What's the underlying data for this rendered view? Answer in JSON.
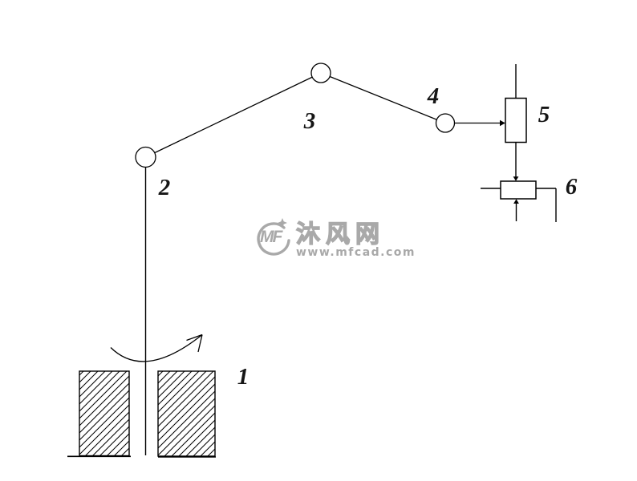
{
  "diagram": {
    "kind": "mechanism-kinematic-schematic",
    "line_color": "#000000",
    "background": "#ffffff",
    "labels": [
      {
        "id": "part-1",
        "text": "1"
      },
      {
        "id": "part-2",
        "text": "2"
      },
      {
        "id": "part-3",
        "text": "3"
      },
      {
        "id": "part-4",
        "text": "4"
      },
      {
        "id": "part-5",
        "text": "5"
      },
      {
        "id": "part-6",
        "text": "6"
      }
    ]
  },
  "watermark": {
    "logo_text": "MF",
    "site_name": "沐风网",
    "site_url": "www.mfcad.com",
    "color": "#a9a9a9"
  }
}
